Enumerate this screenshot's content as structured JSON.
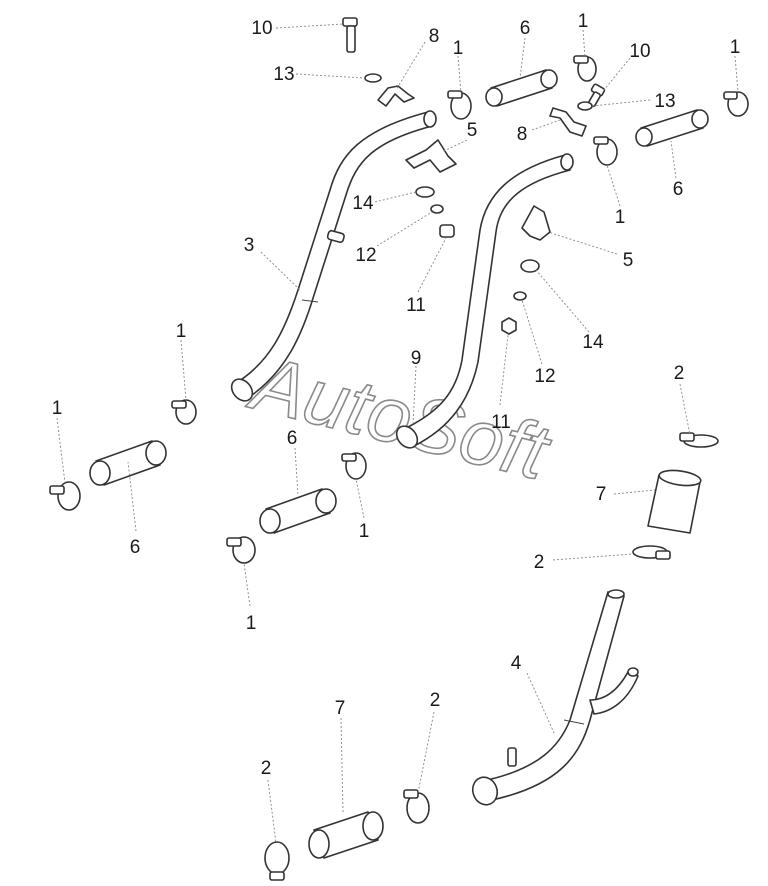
{
  "watermark": "AutoSoft",
  "callouts": {
    "c1": "10",
    "c2": "8",
    "c3": "13",
    "c4": "1",
    "c5": "6",
    "c6": "1",
    "c7": "10",
    "c8": "1",
    "c9": "13",
    "c10": "8",
    "c11": "5",
    "c12": "1",
    "c13": "6",
    "c14": "14",
    "c15": "12",
    "c16": "3",
    "c17": "5",
    "c18": "11",
    "c19": "14",
    "c20": "12",
    "c21": "11",
    "c22": "9",
    "c23": "1",
    "c24": "1",
    "c25": "6",
    "c26": "6",
    "c27": "1",
    "c28": "1",
    "c29": "2",
    "c30": "7",
    "c31": "2",
    "c32": "4",
    "c33": "7",
    "c34": "2",
    "c35": "2"
  }
}
